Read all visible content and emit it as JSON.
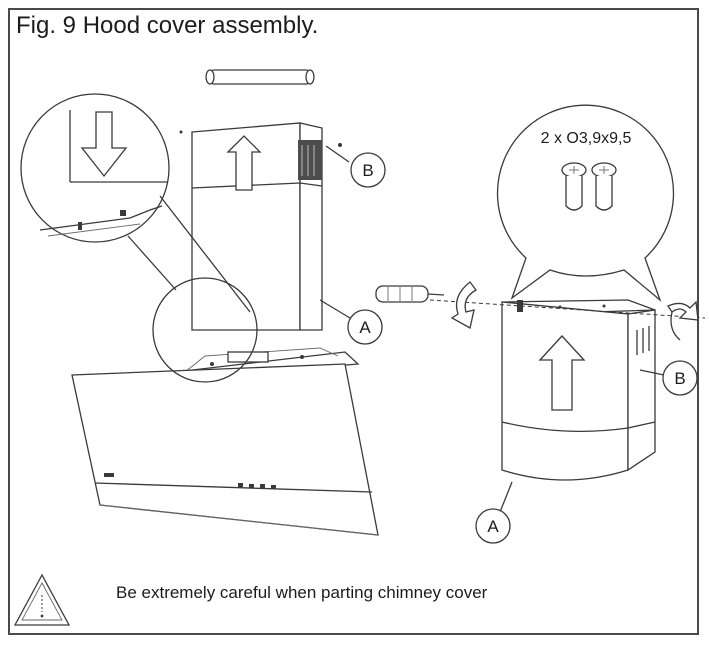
{
  "figure": {
    "title": "Fig. 9 Hood cover assembly.",
    "screw_spec": "2 x O3,9x9,5",
    "warning_text": "Be extremely careful when parting chimney cover",
    "warning_icon": "warning-triangle-icon",
    "labels": {
      "left_chimney_upper": "A",
      "left_chimney_lower": "B",
      "right_chimney_front": "B",
      "right_chimney_bottom": "A"
    }
  }
}
